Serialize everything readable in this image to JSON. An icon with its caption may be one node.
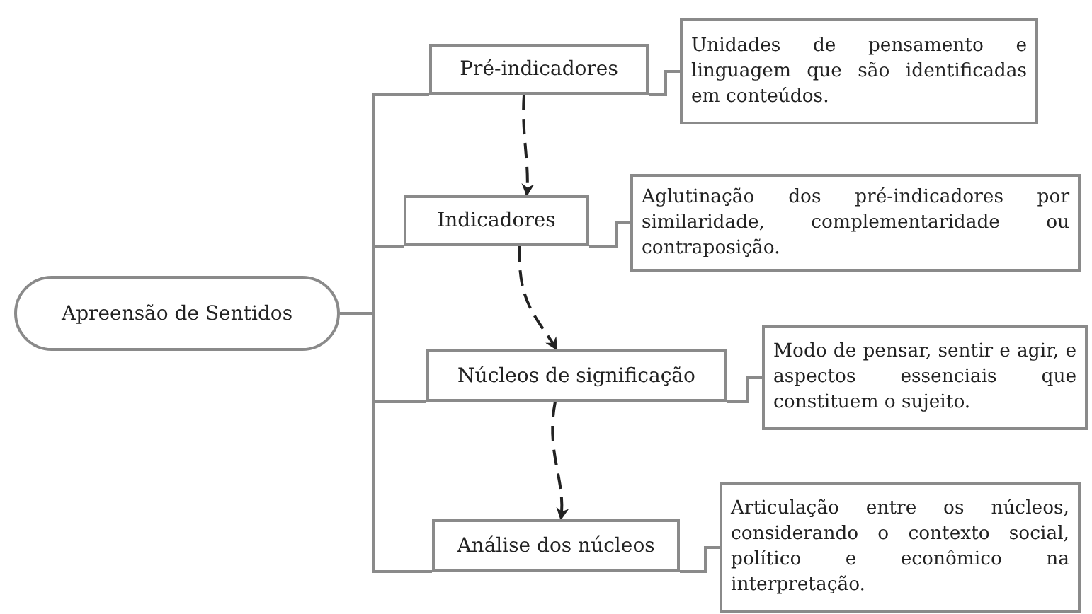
{
  "diagram": {
    "nodes": [
      {
        "text": [
          "Apreensão de Sentidos"
        ]
      },
      {
        "text": [
          "Pré-indicadores"
        ]
      },
      {
        "text": [
          "Unidades de pensamento e linguagem que são identificadas em conteúdos."
        ]
      },
      {
        "text": [
          "Indicadores"
        ]
      },
      {
        "text": [
          "Aglutinação dos pré-indicadores por similaridade, complementaridade ou contraposição."
        ]
      },
      {
        "text": [
          "Núcleos de significação"
        ]
      },
      {
        "text": [
          "Modo de pensar, sentir e agir, e aspectos essenciais que constituem o sujeito."
        ]
      },
      {
        "text": [
          "Análise dos núcleos"
        ]
      },
      {
        "text": [
          "Articulação entre os núcleos, considerando o contexto social, político e econômico na interpretação."
        ]
      }
    ],
    "edges": [
      {
        "from": 0,
        "to": 1,
        "arrow": "none"
      },
      {
        "from": 0,
        "to": 3,
        "arrow": "none"
      },
      {
        "from": 0,
        "to": 5,
        "arrow": "none"
      },
      {
        "from": 0,
        "to": 7,
        "arrow": "none"
      },
      {
        "from": 1,
        "to": 2,
        "arrow": "none"
      },
      {
        "from": 3,
        "to": 4,
        "arrow": "none"
      },
      {
        "from": 5,
        "to": 6,
        "arrow": "none"
      },
      {
        "from": 7,
        "to": 8,
        "arrow": "none"
      },
      {
        "from": 1,
        "to": 3,
        "arrow": "to",
        "style": "dashed",
        "color": "#222222"
      },
      {
        "from": 3,
        "to": 5,
        "arrow": "to",
        "style": "dashed",
        "color": "#222222"
      },
      {
        "from": 5,
        "to": 7,
        "arrow": "to",
        "style": "dashed",
        "color": "#222222"
      }
    ]
  }
}
